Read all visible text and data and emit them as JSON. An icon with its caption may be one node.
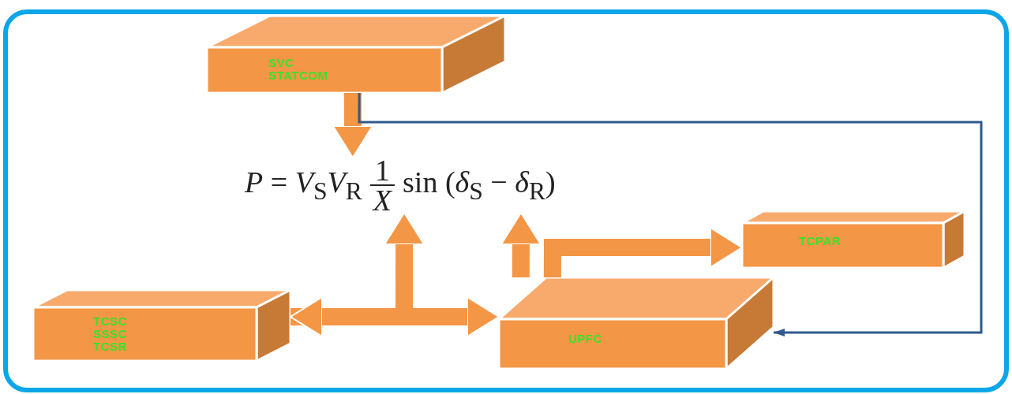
{
  "diagram": {
    "nodes": [
      {
        "text": [
          "SVC",
          "STATCOM"
        ]
      },
      {
        "text": [
          "*P* = *V*$_{S}$*V*$_{R}$",
          "1",
          "X",
          "sin (*δ*$_{S}$ − *δ*$_{R}$)"
        ]
      },
      {
        "text": [
          "TCPAR"
        ]
      },
      {
        "text": [
          "TCSC",
          "SSSC",
          "TCSR"
        ]
      },
      {
        "text": [
          "UPFC"
        ]
      }
    ],
    "edges": [
      {
        "from": 0,
        "to": 1,
        "arrow": "to"
      },
      {
        "from": 3,
        "to": 1,
        "arrow": "to"
      },
      {
        "from": 3,
        "to": 4,
        "arrow": "both"
      },
      {
        "from": 4,
        "to": 1,
        "arrow": "to"
      },
      {
        "from": 4,
        "to": 2,
        "arrow": "to"
      },
      {
        "from": 0,
        "to": 4,
        "arrow": "to",
        "color": "#2f5a8c"
      }
    ]
  }
}
